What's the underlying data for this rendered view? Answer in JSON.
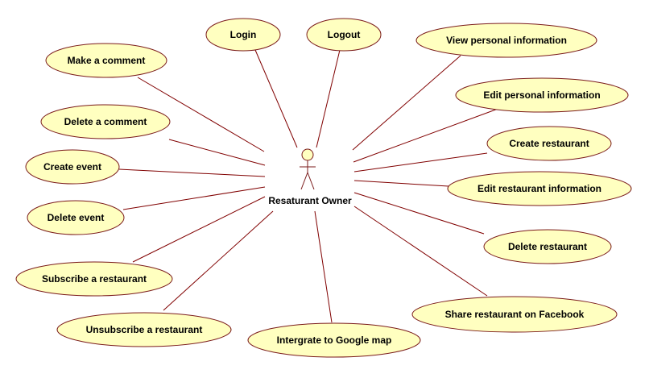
{
  "diagram": {
    "actor": {
      "name": "Resaturant Owner",
      "icon": "stick-figure-icon"
    },
    "use_cases": [
      {
        "id": "login",
        "label": "Login"
      },
      {
        "id": "logout",
        "label": "Logout"
      },
      {
        "id": "view-personal-information",
        "label": "View personal information"
      },
      {
        "id": "make-a-comment",
        "label": "Make a comment"
      },
      {
        "id": "edit-personal-information",
        "label": "Edit personal information"
      },
      {
        "id": "delete-a-comment",
        "label": "Delete a comment"
      },
      {
        "id": "create-restaurant",
        "label": "Create restaurant"
      },
      {
        "id": "create-event",
        "label": "Create event"
      },
      {
        "id": "edit-restaurant-information",
        "label": "Edit restaurant information"
      },
      {
        "id": "delete-event",
        "label": "Delete event"
      },
      {
        "id": "delete-restaurant",
        "label": "Delete restaurant"
      },
      {
        "id": "subscribe-a-restaurant",
        "label": "Subscribe a restaurant"
      },
      {
        "id": "share-restaurant-on-facebook",
        "label": "Share restaurant on Facebook"
      },
      {
        "id": "unsubscribe-a-restaurant",
        "label": "Unsubscribe a restaurant"
      },
      {
        "id": "intergrate-to-google-map",
        "label": "Intergrate to Google map"
      }
    ],
    "colors": {
      "use_case_fill": "#ffffc0",
      "outline": "#7a1a1a",
      "association": "#800000"
    }
  }
}
